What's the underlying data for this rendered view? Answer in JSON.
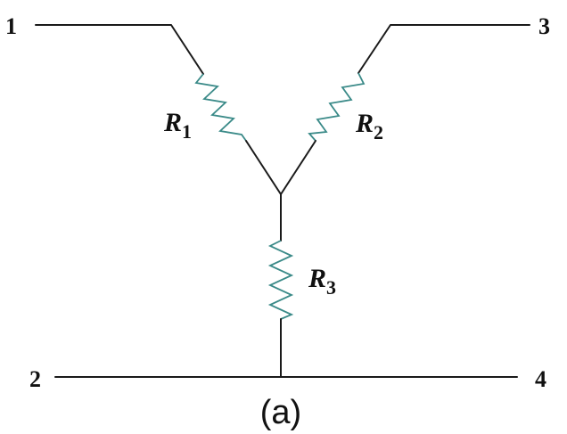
{
  "diagram": {
    "type": "Y (wye) resistor network",
    "caption": "(a)",
    "terminals": [
      {
        "id": "1",
        "label": "1"
      },
      {
        "id": "2",
        "label": "2"
      },
      {
        "id": "3",
        "label": "3"
      },
      {
        "id": "4",
        "label": "4"
      }
    ],
    "resistors": [
      {
        "id": "R1",
        "symbol": "R",
        "subscript": "1",
        "connects": [
          "1",
          "center"
        ]
      },
      {
        "id": "R2",
        "symbol": "R",
        "subscript": "2",
        "connects": [
          "3",
          "center"
        ]
      },
      {
        "id": "R3",
        "symbol": "R",
        "subscript": "3",
        "connects": [
          "center",
          "2-4 common line"
        ]
      }
    ],
    "colors": {
      "wire": "#1a1a1a",
      "resistor": "#3a8a88"
    }
  }
}
